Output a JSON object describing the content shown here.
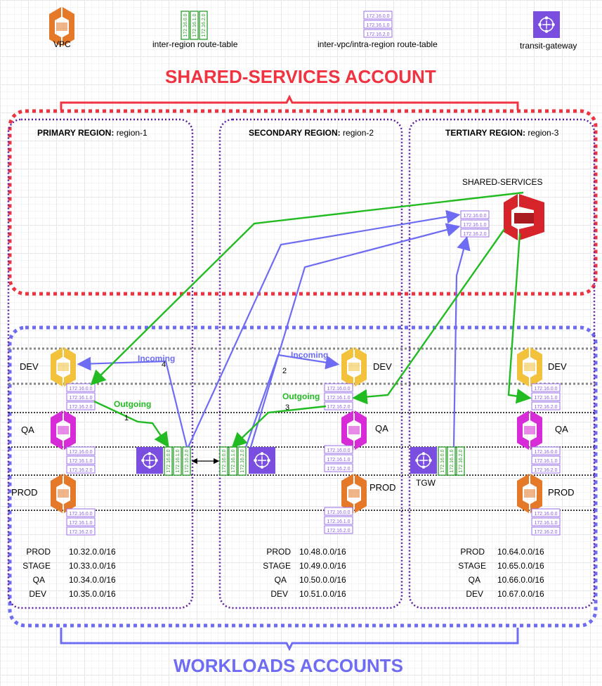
{
  "legend": {
    "vpc": "VPC",
    "inter_region_rt": "inter-region route-table",
    "intra_region_rt": "inter-vpc/intra-region route-table",
    "tgw": "transit-gateway"
  },
  "shared_account_title": "SHARED-SERVICES ACCOUNT",
  "workloads_account_title": "WORKLOADS ACCOUNTS",
  "regions": {
    "primary": {
      "label": "PRIMARY REGION:",
      "name": "region-1"
    },
    "secondary": {
      "label": "SECONDARY REGION:",
      "name": "region-2"
    },
    "tertiary": {
      "label": "TERTIARY REGION:",
      "name": "region-3"
    }
  },
  "shared_services_label": "SHARED-SERVICES",
  "tgw_label": "TGW",
  "envs": {
    "dev": "DEV",
    "qa": "QA",
    "prod": "PROD"
  },
  "flows": {
    "incoming": "Incoming",
    "outgoing": "Outgoing"
  },
  "steps": [
    "1",
    "2",
    "3",
    "4"
  ],
  "route_entries": [
    "172.16.0.0",
    "172.16.1.0",
    "172.16.2.0"
  ],
  "cidr_tables": {
    "region1": [
      {
        "env": "PROD",
        "cidr": "10.32.0.0/16"
      },
      {
        "env": "STAGE",
        "cidr": "10.33.0.0/16"
      },
      {
        "env": "QA",
        "cidr": "10.34.0.0/16"
      },
      {
        "env": "DEV",
        "cidr": "10.35.0.0/16"
      }
    ],
    "region2": [
      {
        "env": "PROD",
        "cidr": "10.48.0.0/16"
      },
      {
        "env": "STAGE",
        "cidr": "10.49.0.0/16"
      },
      {
        "env": "QA",
        "cidr": "10.50.0.0/16"
      },
      {
        "env": "DEV",
        "cidr": "10.51.0.0/16"
      }
    ],
    "region3": [
      {
        "env": "PROD",
        "cidr": "10.64.0.0/16"
      },
      {
        "env": "STAGE",
        "cidr": "10.65.0.0/16"
      },
      {
        "env": "QA",
        "cidr": "10.66.0.0/16"
      },
      {
        "env": "DEV",
        "cidr": "10.67.0.0/16"
      }
    ]
  },
  "colors": {
    "red": "#ef3340",
    "blue": "#6e6cf2",
    "green": "#22bb22",
    "purple": "#5c1ea0",
    "dev": "#f2c23d",
    "qa": "#d62bd6",
    "prod": "#e5792a",
    "shared": "#d7232a",
    "tgw": "#7a4fe0"
  }
}
